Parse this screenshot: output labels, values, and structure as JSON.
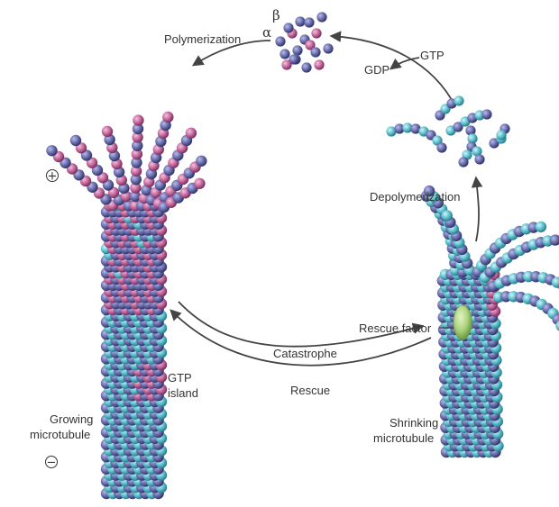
{
  "labels": {
    "polymerization": "Polymerization",
    "alpha": "α",
    "beta": "β",
    "gtp": "GTP",
    "gdp": "GDP",
    "depolymerization": "Depolymerization",
    "rescue_factor": "Rescue factor",
    "catastrophe": "Catastrophe",
    "rescue": "Rescue",
    "gtp_island_line1": "GTP",
    "gtp_island_line2": "island",
    "growing_line1": "Growing",
    "growing_line2": "microtubule",
    "shrinking_line1": "Shrinking",
    "shrinking_line2": "microtubule",
    "plus_end": "+",
    "minus_end": "−"
  },
  "colors": {
    "alpha_tubulin": "#6b6fae",
    "beta_tubulin_gtp": "#c76a9e",
    "beta_tubulin_gdp": "#5fc2cf",
    "rescue_factor": "#a9d27a",
    "arrow": "#444444",
    "text": "#333333"
  }
}
